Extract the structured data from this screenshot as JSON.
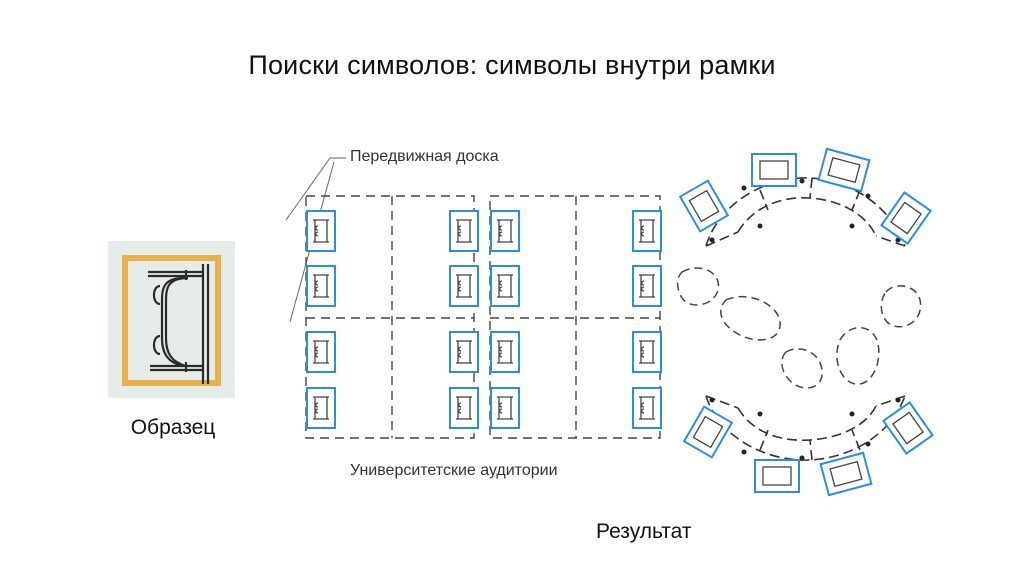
{
  "title": "Поиски символов: символы внутри рамки",
  "sample": {
    "label": "Образец",
    "frame_color": "#E8B04A",
    "bg_color": "#E6ECE8"
  },
  "callout": {
    "label": "Передвижная доска"
  },
  "auditorium": {
    "label": "Университетские аудитории"
  },
  "result": {
    "label": "Результат"
  },
  "colors": {
    "detection_box": "#2A8FE0",
    "line": "#333333"
  }
}
